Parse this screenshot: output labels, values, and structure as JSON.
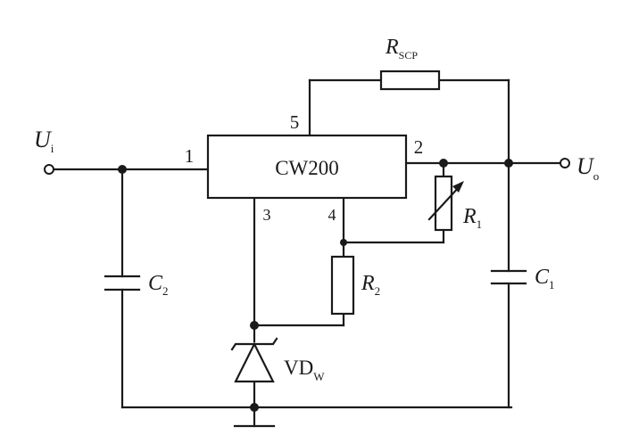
{
  "circuit": {
    "ic_label": "CW200",
    "pins": {
      "p1": "1",
      "p2": "2",
      "p3": "3",
      "p4": "4",
      "p5": "5"
    },
    "input": {
      "main": "U",
      "sub": "i"
    },
    "output": {
      "main": "U",
      "sub": "o"
    },
    "rscp": {
      "main": "R",
      "sub": "SCP"
    },
    "r1": {
      "main": "R",
      "sub": "1"
    },
    "r2": {
      "main": "R",
      "sub": "2"
    },
    "c1": {
      "main": "C",
      "sub": "1"
    },
    "c2": {
      "main": "C",
      "sub": "2"
    },
    "zener": {
      "main": "VD",
      "sub": "W"
    }
  },
  "colors": {
    "ink": "#1a1a1a",
    "background": "#ffffff"
  }
}
